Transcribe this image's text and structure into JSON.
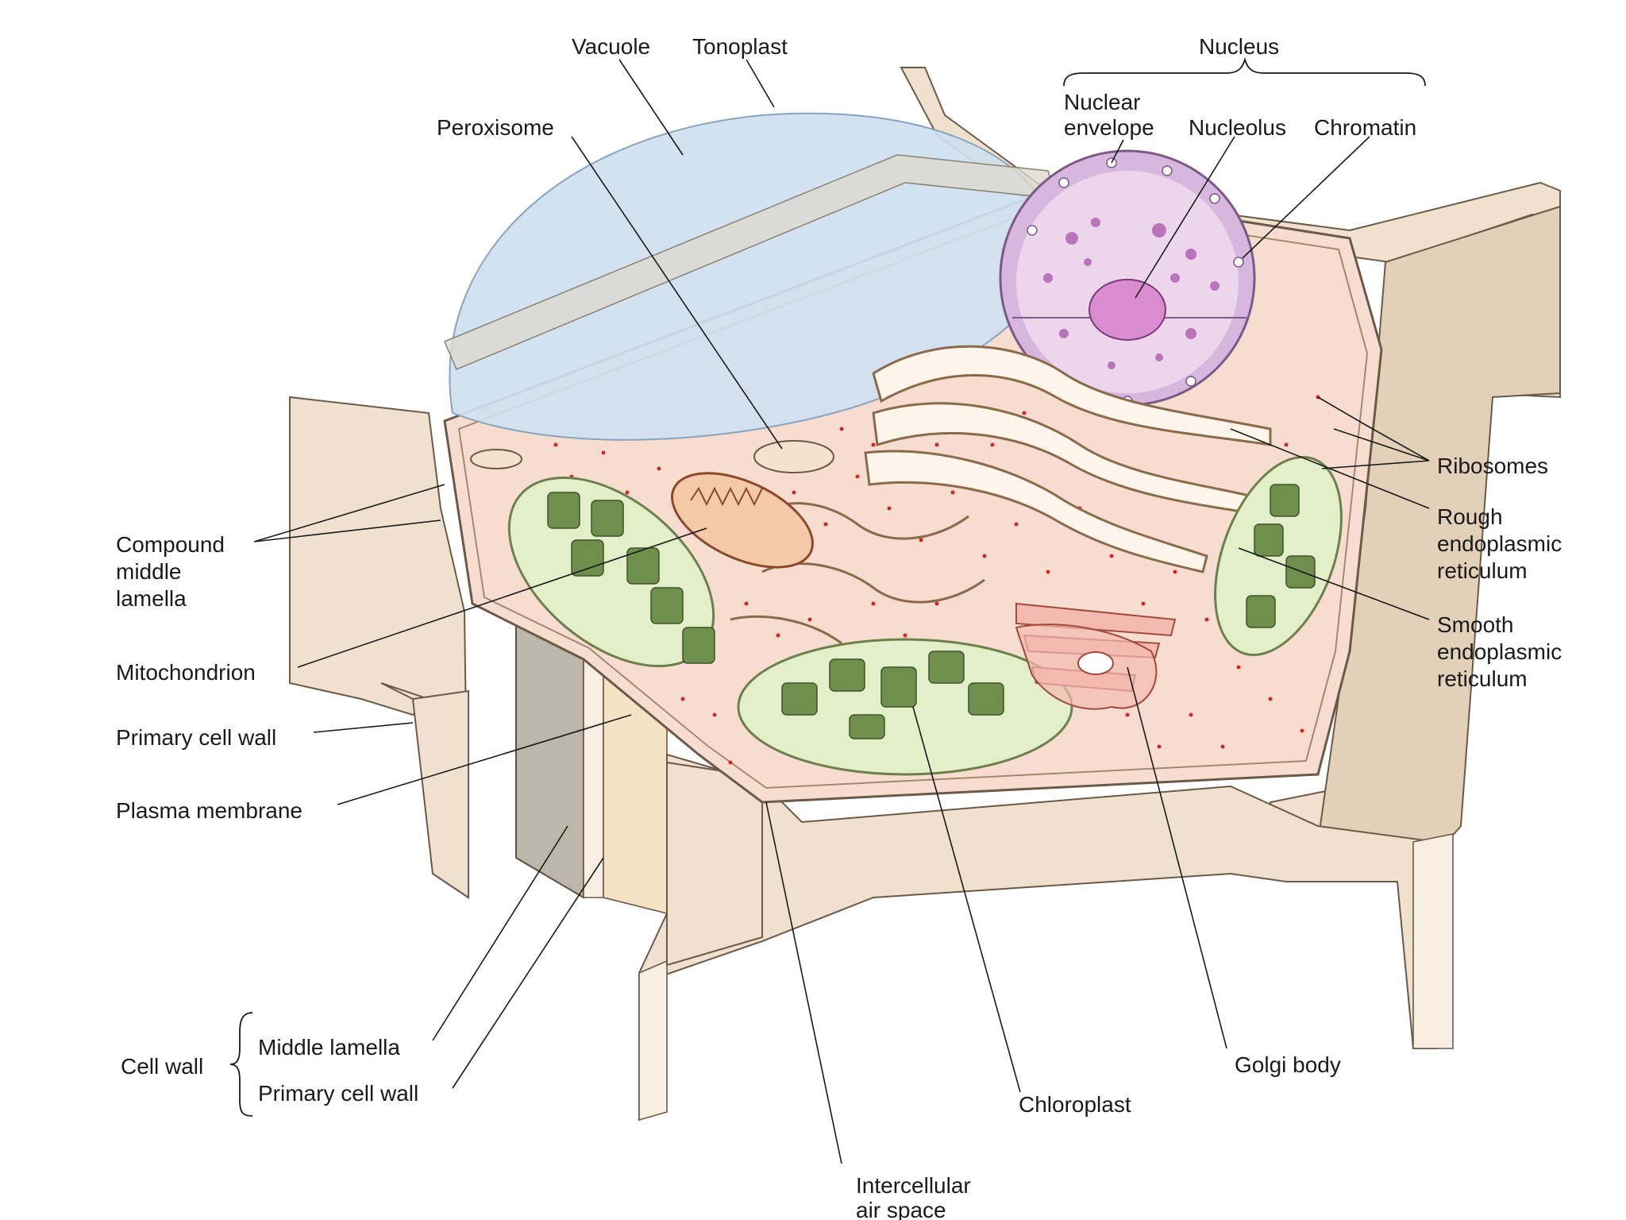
{
  "labels": {
    "vacuole": "Vacuole",
    "tonoplast": "Tonoplast",
    "nucleus": "Nucleus",
    "nuclear_envelope_1": "Nuclear",
    "nuclear_envelope_2": "envelope",
    "nucleolus": "Nucleolus",
    "chromatin": "Chromatin",
    "peroxisome": "Peroxisome",
    "ribosomes": "Ribosomes",
    "rough_er_1": "Rough",
    "rough_er_2": "endoplasmic",
    "rough_er_3": "reticulum",
    "smooth_er_1": "Smooth",
    "smooth_er_2": "endoplasmic",
    "smooth_er_3": "reticulum",
    "compound_1": "Compound",
    "compound_2": "middle",
    "compound_3": "lamella",
    "mitochondrion": "Mitochondrion",
    "primary_cell_wall": "Primary cell wall",
    "plasma_membrane": "Plasma membrane",
    "cell_wall": "Cell wall",
    "middle_lamella": "Middle lamella",
    "primary_cell_wall_2": "Primary cell wall",
    "golgi_body": "Golgi body",
    "chloroplast": "Chloroplast",
    "intercellular_1": "Intercellular",
    "intercellular_2": "air space"
  },
  "colors": {
    "wall": "#efe1cd",
    "cytoplasm": "#f7ddd0",
    "vacuole": "#cfe0ef",
    "nucleus": "#e6cbe6",
    "chloroplast": "#e3efc8",
    "thylakoid": "#6f8f4c",
    "mitochondrion": "#f4c9aa",
    "golgi": "#f4b9b0",
    "ribosome": "#cc2a2a"
  }
}
